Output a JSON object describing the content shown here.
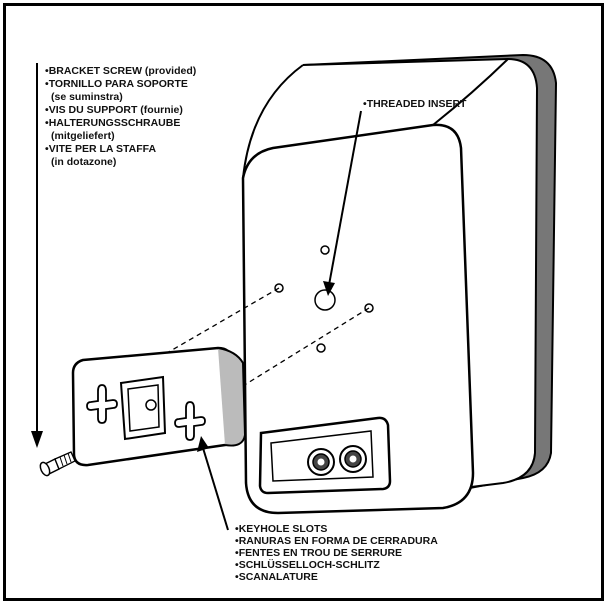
{
  "screw_labels": [
    {
      "lines": [
        "BRACKET SCREW (provided)"
      ]
    },
    {
      "lines": [
        "TORNILLO PARA SOPORTE",
        "(se suminstra)"
      ]
    },
    {
      "lines": [
        "VIS DU SUPPORT (fournie)"
      ]
    },
    {
      "lines": [
        "HALTERUNGSSCHRAUBE",
        "(mitgeliefert)"
      ]
    },
    {
      "lines": [
        "VITE PER LA STAFFA",
        "(in dotazone)"
      ]
    }
  ],
  "insert_label": "THREADED INSERT",
  "keyhole_labels": [
    "KEYHOLE SLOTS",
    "RANURAS EN FORMA DE CERRADURA",
    "FENTES EN TROU DE SERRURE",
    "SCHLÜSSELLOCH-SCHLITZ",
    "SCANALATURE"
  ],
  "bullet_char": "•"
}
